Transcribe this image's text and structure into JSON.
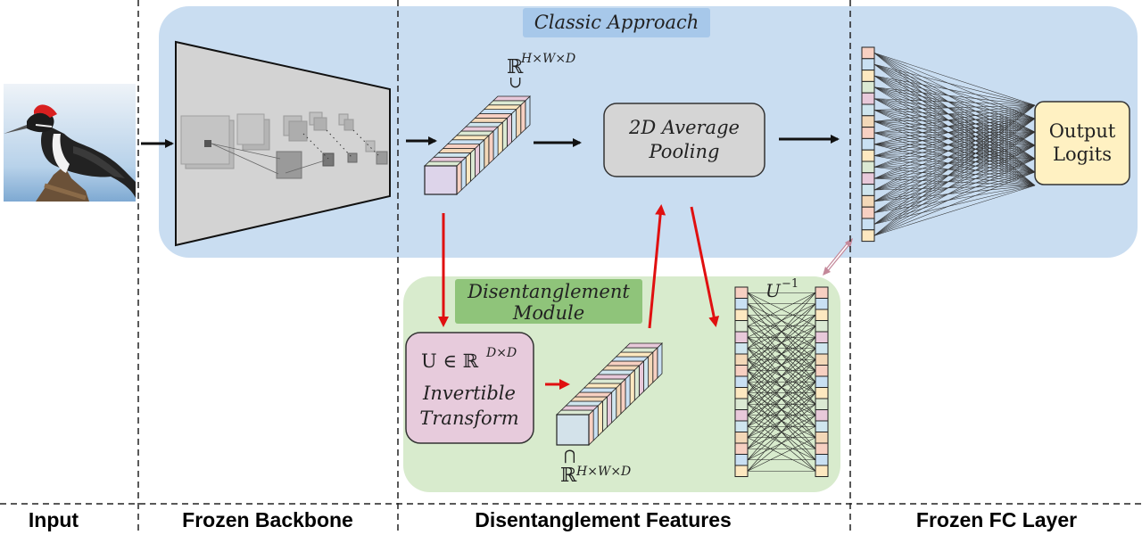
{
  "sections": [
    {
      "key": "input",
      "label": "Input"
    },
    {
      "key": "backbone",
      "label": "Frozen Backbone"
    },
    {
      "key": "features",
      "label": "Disentanglement Features"
    },
    {
      "key": "fc",
      "label": "Frozen FC Layer"
    }
  ],
  "classic": {
    "title": "Classic Approach"
  },
  "feature_dim": {
    "base": "ℝ",
    "sup": "H×W×D",
    "relation": "∪"
  },
  "pooling": {
    "line1": "2D Average",
    "line2": "Pooling"
  },
  "output": {
    "line1": "Output",
    "line2": "Logits"
  },
  "module": {
    "line1": "Disentanglement",
    "line2": "Module"
  },
  "transform": {
    "math_base": "U ∈ ℝ",
    "math_sup": "D×D",
    "line1": "Invertible",
    "line2": "Transform"
  },
  "transformed_dim": {
    "base": "ℝ",
    "sup": "H×W×D",
    "relation": "⋂"
  },
  "inverse": {
    "base": "U",
    "sup": "−1"
  },
  "colors": {
    "classic_bg": "#c9ddf1",
    "classic_label_bg": "#a7c8ea",
    "module_bg": "#d8ebcd",
    "module_label_bg": "#8fc47a",
    "transform_bg": "#e7cbdc",
    "pooling_bg": "#d5d5d5",
    "logits_bg": "#fff1c2",
    "arrow_red": "#e01010",
    "trapezoid": "#d3d3d3"
  },
  "palette": [
    "#f7d0c2",
    "#c9e0f3",
    "#fde8c0",
    "#dbe9d3",
    "#e8c9da",
    "#cfe5ee",
    "#f3d8b8"
  ]
}
